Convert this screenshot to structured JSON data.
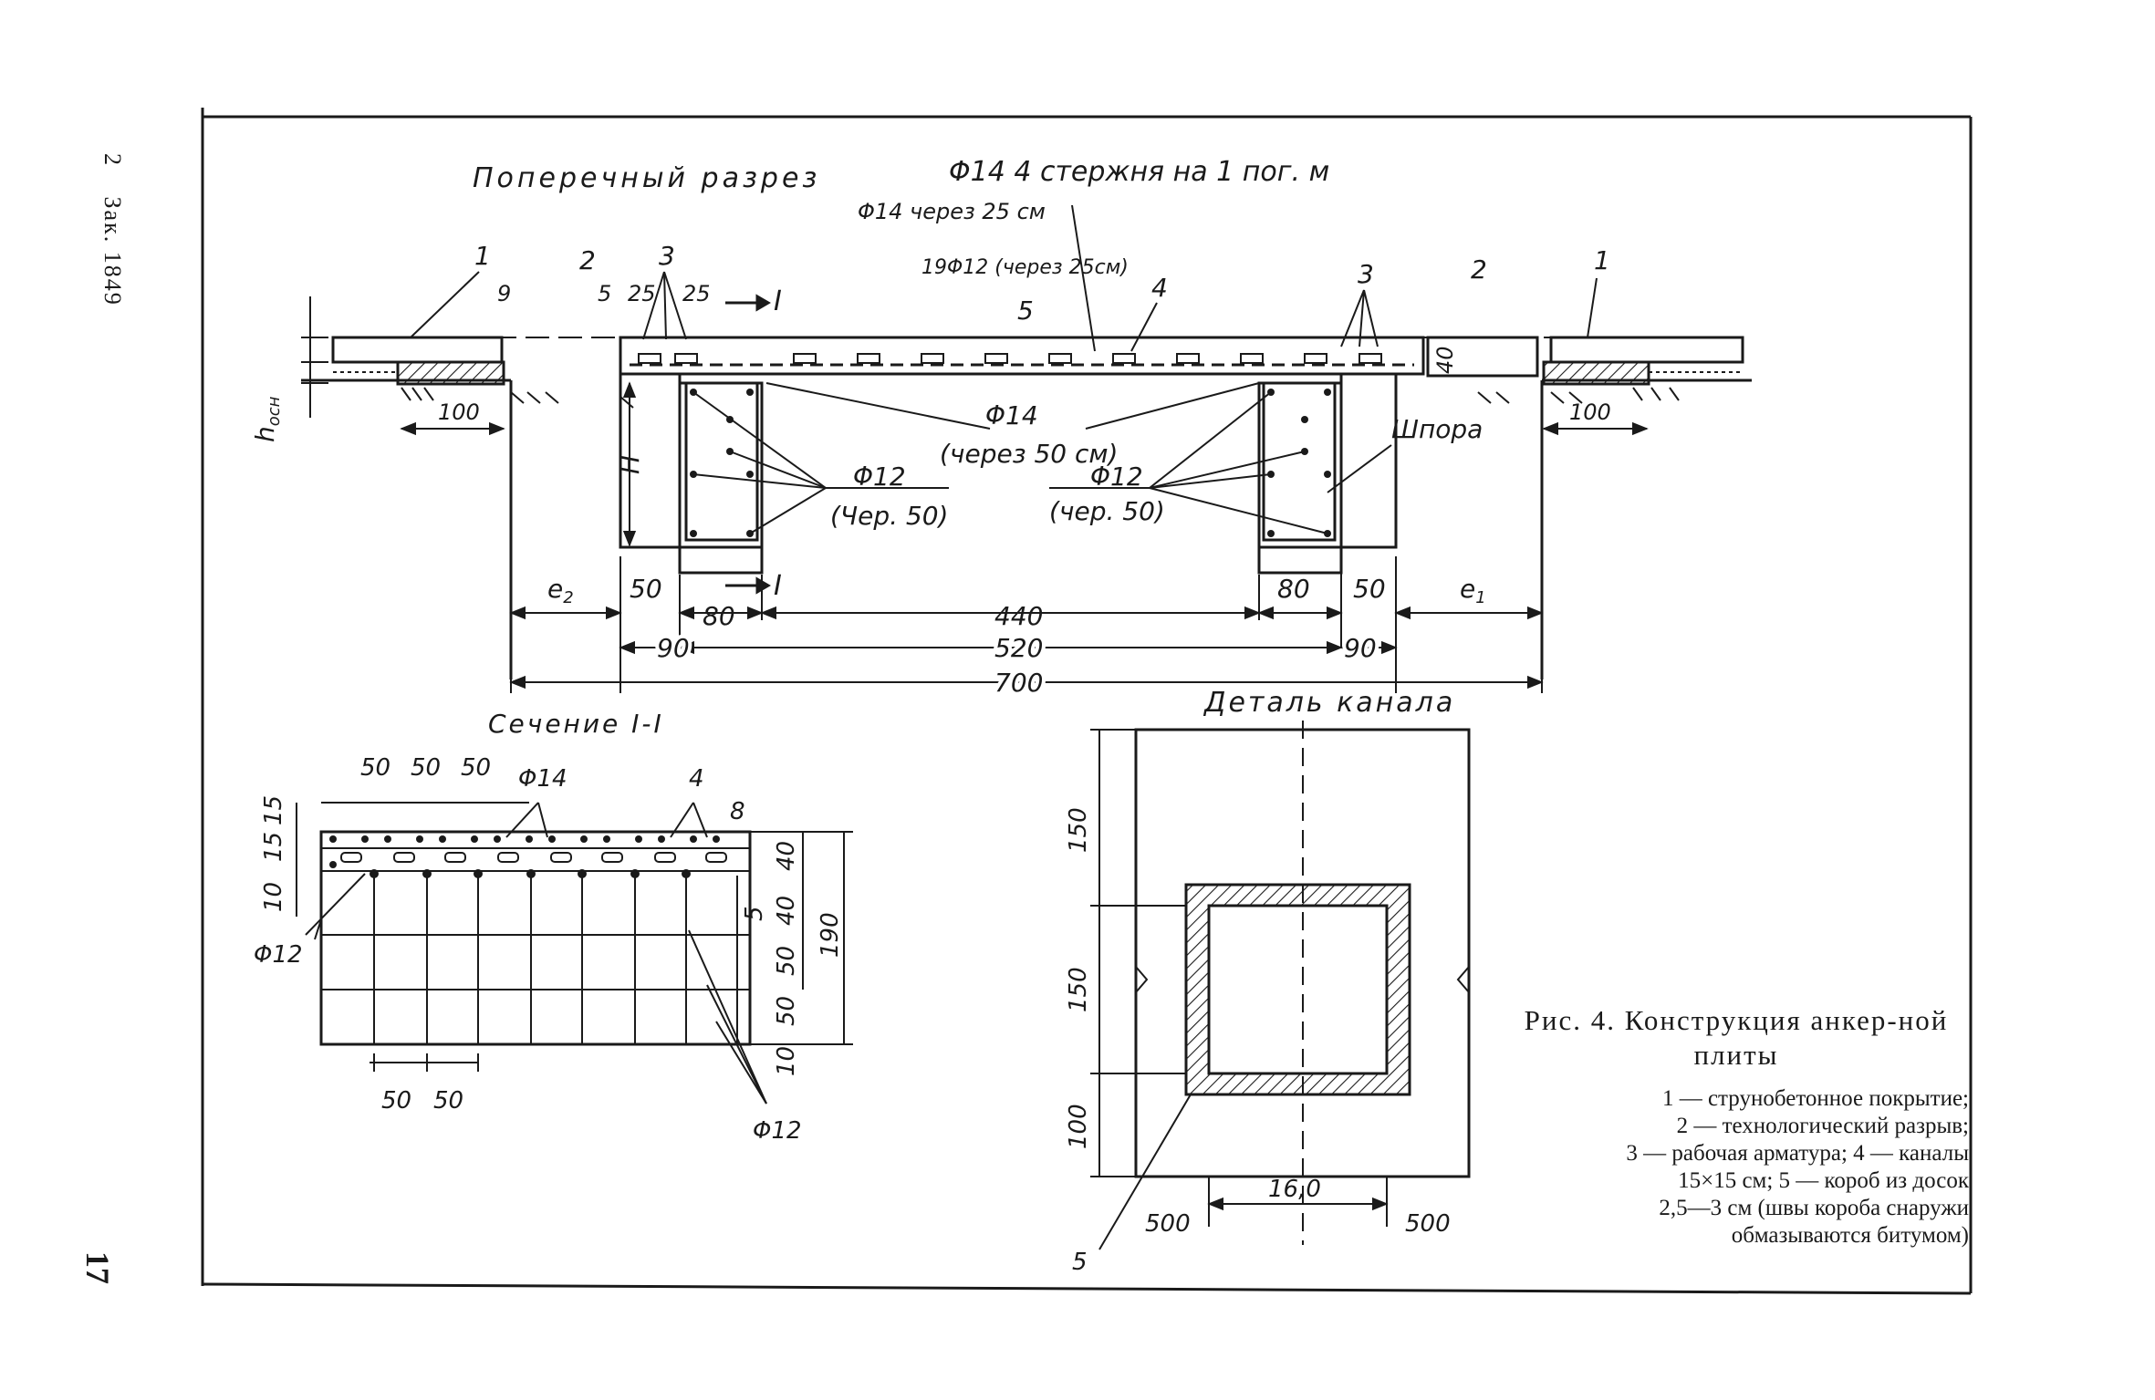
{
  "margin": {
    "sheet": "2",
    "order": "Зак. 1849"
  },
  "page_number": "17",
  "cross_section": {
    "title": "Поперечный разрез",
    "rebar_top": "Φ14 4 стержня на 1 пог. м",
    "rebar_25": "Φ14 через 25 см",
    "rebar_19": "19Φ12 (через 25см)",
    "rebar_mid": "Φ14",
    "rebar_mid_note": "(через 50 см)",
    "rebar_left": "Φ12",
    "rebar_left_note": "(Чер. 50)",
    "rebar_right": "Φ12",
    "rebar_right_note": "(чер. 50)",
    "spur": "Шпора",
    "section_mark": "I",
    "h_label": "h",
    "h_sub": "осн",
    "H_label": "H",
    "e2": "e",
    "e2_sub": "2",
    "e1": "e",
    "e1_sub": "1",
    "callouts": [
      "1",
      "2",
      "3",
      "4",
      "5",
      "3",
      "2",
      "1"
    ],
    "dims": {
      "d9": "9",
      "d5": "5",
      "d25a": "25",
      "d25b": "25",
      "d40": "40",
      "d100_left": "100",
      "d100_right": "100",
      "d50_left": "50",
      "d80_left": "80",
      "d440": "440",
      "d80_right": "80",
      "d50_right": "50",
      "d90_left": "90",
      "d520": "520",
      "d90_right": "90",
      "d700": "700"
    }
  },
  "section_II": {
    "title": "Сечение I-I",
    "top_dims": [
      "50",
      "50",
      "50"
    ],
    "rebar_top": "Φ14",
    "callout_4": "4",
    "callout_8": "8",
    "left_dims": [
      "15",
      "15",
      "10"
    ],
    "right_dims": [
      "40",
      "5",
      "40",
      "50",
      "50",
      "10"
    ],
    "total": "190",
    "rebar_left": "Φ12",
    "rebar_bottom": "Φ12",
    "bottom_dims": [
      "50",
      "50"
    ]
  },
  "channel_detail": {
    "title": "Деталь канала",
    "dims_vertical": [
      "150",
      "150",
      "100"
    ],
    "dim_width": "16,0",
    "dim_left": "500",
    "dim_right": "500",
    "callout": "5"
  },
  "caption": {
    "title": "Рис. 4. Конструкция анкер-ной плиты",
    "lines": [
      "1 — струнобетонное покрытие;",
      "2 — технологический разрыв;",
      "3 — рабочая арматура; 4 — каналы",
      "15×15 см; 5 — короб из досок",
      "2,5—3 см (швы короба снаружи",
      "обмазываются битумом)"
    ]
  }
}
